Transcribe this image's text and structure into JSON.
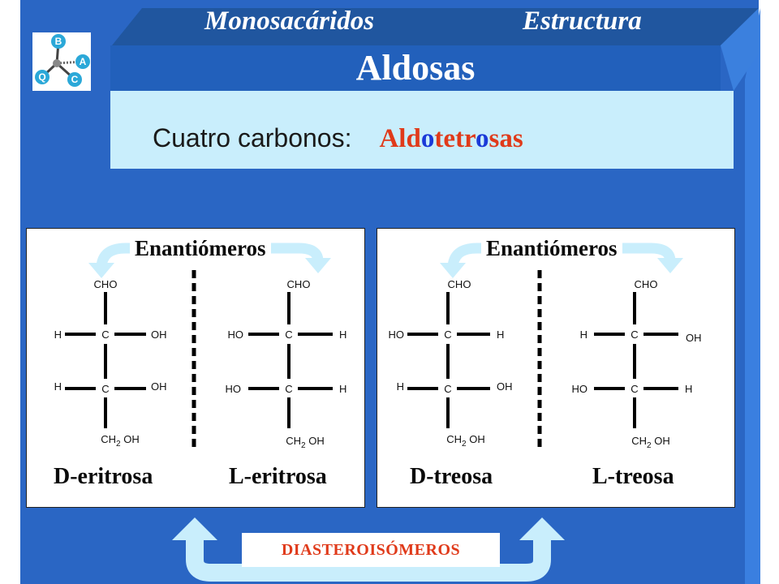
{
  "header": {
    "left_label": "Monosacáridos",
    "right_label": "Estructura"
  },
  "logo": {
    "letters": [
      "B",
      "A",
      "C",
      "Q"
    ]
  },
  "title": "Aldosas",
  "subtitle": {
    "label": "Cuatro carbonos:",
    "highlight_segments": [
      {
        "text": "Ald",
        "color": "#e03a1a"
      },
      {
        "text": "o",
        "color": "#1a3ad8"
      },
      {
        "text": "tetr",
        "color": "#e03a1a"
      },
      {
        "text": "o",
        "color": "#1a3ad8"
      },
      {
        "text": "sas",
        "color": "#e03a1a"
      }
    ]
  },
  "panels": [
    {
      "enantiomer_label": "Enantiómeros",
      "molecules": [
        {
          "name": "D-eritrosa",
          "top": "CHO",
          "row1": {
            "left": "H",
            "right": "OH"
          },
          "row2": {
            "left": "H",
            "right": "OH"
          },
          "bottom": "CH2OH"
        },
        {
          "name": "L-eritrosa",
          "top": "CHO",
          "row1": {
            "left": "HO",
            "right": "H"
          },
          "row2": {
            "left": "HO",
            "right": "H"
          },
          "bottom": "CH2OH"
        }
      ]
    },
    {
      "enantiomer_label": "Enantiómeros",
      "molecules": [
        {
          "name": "D-treosa",
          "top": "CHO",
          "row1": {
            "left": "HO",
            "right": "H"
          },
          "row2": {
            "left": "H",
            "right": "OH"
          },
          "bottom": "CH2OH"
        },
        {
          "name": "L-treosa",
          "top": "CHO",
          "row1": {
            "left": "H",
            "right": "OH"
          },
          "row2": {
            "left": "HO",
            "right": "H"
          },
          "bottom": "CH2OH"
        }
      ]
    }
  ],
  "carbon_label": "C",
  "diastereomer_label": "DIASTEROISÓMEROS",
  "colors": {
    "background_blue": "#2a66c4",
    "side_bar": "#3a7fe0",
    "header_dark": "#20569f",
    "banner": "#2260bb",
    "light_panel": "#c9eefc",
    "arrow_light": "#c9eefc",
    "accent_red": "#e03a1a",
    "accent_blue": "#1a3ad8"
  }
}
